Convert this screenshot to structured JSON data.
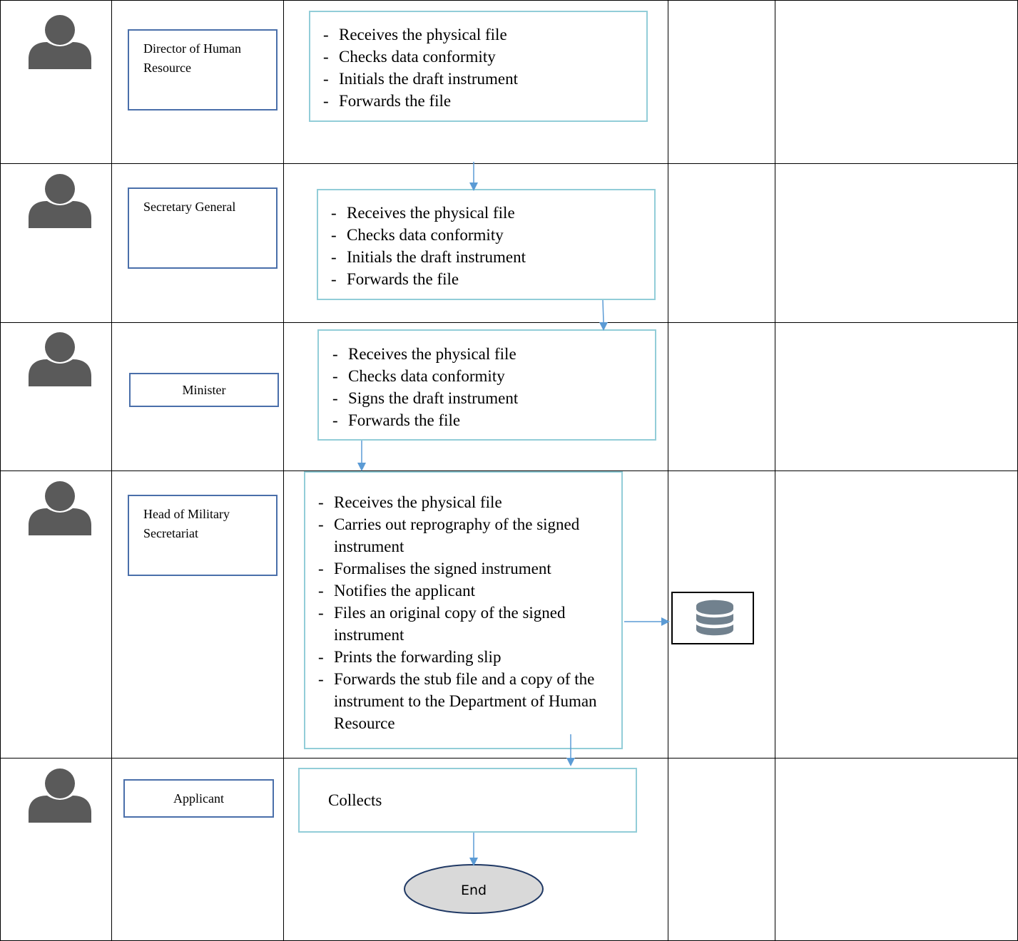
{
  "lanes": [
    {
      "role": "Director of Human Resource",
      "steps": [
        "Receives the physical file",
        "Checks data conformity",
        "Initials the draft instrument",
        "Forwards the file"
      ]
    },
    {
      "role": "Secretary General",
      "steps": [
        "Receives the physical file",
        "Checks data conformity",
        "Initials the draft instrument",
        "Forwards the file"
      ]
    },
    {
      "role": "Minister",
      "steps": [
        "Receives the physical file",
        "Checks data conformity",
        "Signs the draft instrument",
        "Forwards the file"
      ]
    },
    {
      "role": "Head of Military Secretariat",
      "steps": [
        "Receives the physical file",
        "Carries out reprography of the signed instrument",
        "Formalises  the signed instrument",
        "Notifies the applicant",
        "Files an original copy of the signed instrument",
        "Prints the forwarding slip",
        "Forwards the stub file and a copy of the instrument to the Department of Human Resource"
      ]
    },
    {
      "role": "Applicant",
      "steps": [
        "Collects"
      ]
    }
  ],
  "terminal": {
    "label": "End"
  },
  "icons": {
    "actor": "person-icon",
    "store": "database-icon"
  },
  "colors": {
    "role_border": "#4a6faa",
    "step_border": "#92cdd8",
    "arrow": "#5b9bd5",
    "person": "#5a5a5a",
    "database": "#71818e",
    "terminal_fill": "#d9d9d9",
    "terminal_border": "#1f3864"
  }
}
